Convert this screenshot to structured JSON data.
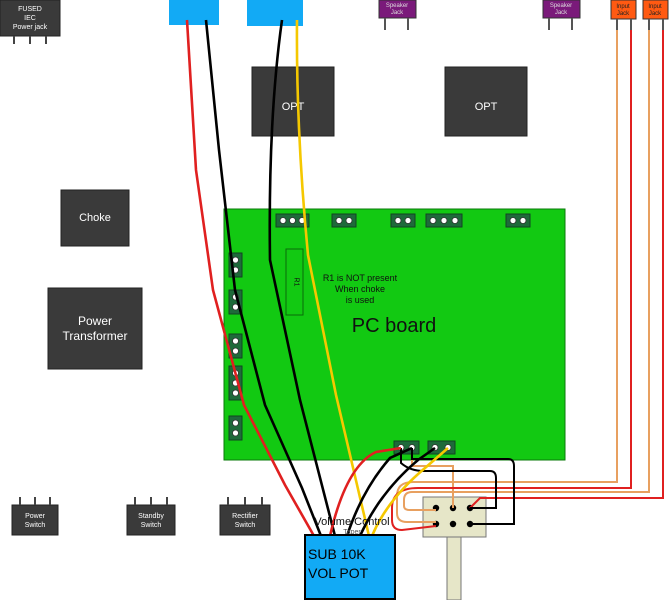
{
  "components": {
    "iec_jack": {
      "lines": [
        "FUSED",
        "IEC",
        "Power jack"
      ]
    },
    "opt_left": {
      "label": "OPT"
    },
    "opt_right": {
      "label": "OPT"
    },
    "choke": {
      "label": "Choke"
    },
    "power_transformer": {
      "lines": [
        "Power",
        "Transformer"
      ]
    },
    "speaker_jack_1": {
      "lines": [
        "Speaker",
        "Jack"
      ]
    },
    "speaker_jack_2": {
      "lines": [
        "Speaker",
        "Jack"
      ]
    },
    "input_jack_1": {
      "lines": [
        "Input",
        "Jack"
      ]
    },
    "input_jack_2": {
      "lines": [
        "Input",
        "Jack"
      ]
    },
    "power_switch": {
      "lines": [
        "Power",
        "Switch"
      ]
    },
    "standby_switch": {
      "lines": [
        "Standby",
        "Switch"
      ]
    },
    "rectifier_switch": {
      "lines": [
        "Rectifier",
        "Switch"
      ]
    },
    "pc_board": {
      "label": "PC board",
      "note_lines": [
        "R1 is NOT present",
        "When choke",
        "is used"
      ],
      "resistor_label": "R1"
    },
    "volume_control": {
      "label": "Volume Control",
      "sublabel": "Taper"
    },
    "sub_pot": {
      "lines": [
        "SUB 10K",
        "VOL POT"
      ]
    }
  },
  "colors": {
    "component_dark": "#3a3a3a",
    "pc_board": "#12c912",
    "connector_blue": "#12aaf5",
    "speaker_jack": "#7a1a7a",
    "input_jack": "#ff5a12",
    "pot_body": "#e6e6c8",
    "wire_red": "#e02020",
    "wire_black": "#000000",
    "wire_yellow": "#f5c800",
    "wire_orange": "#e8a060"
  }
}
